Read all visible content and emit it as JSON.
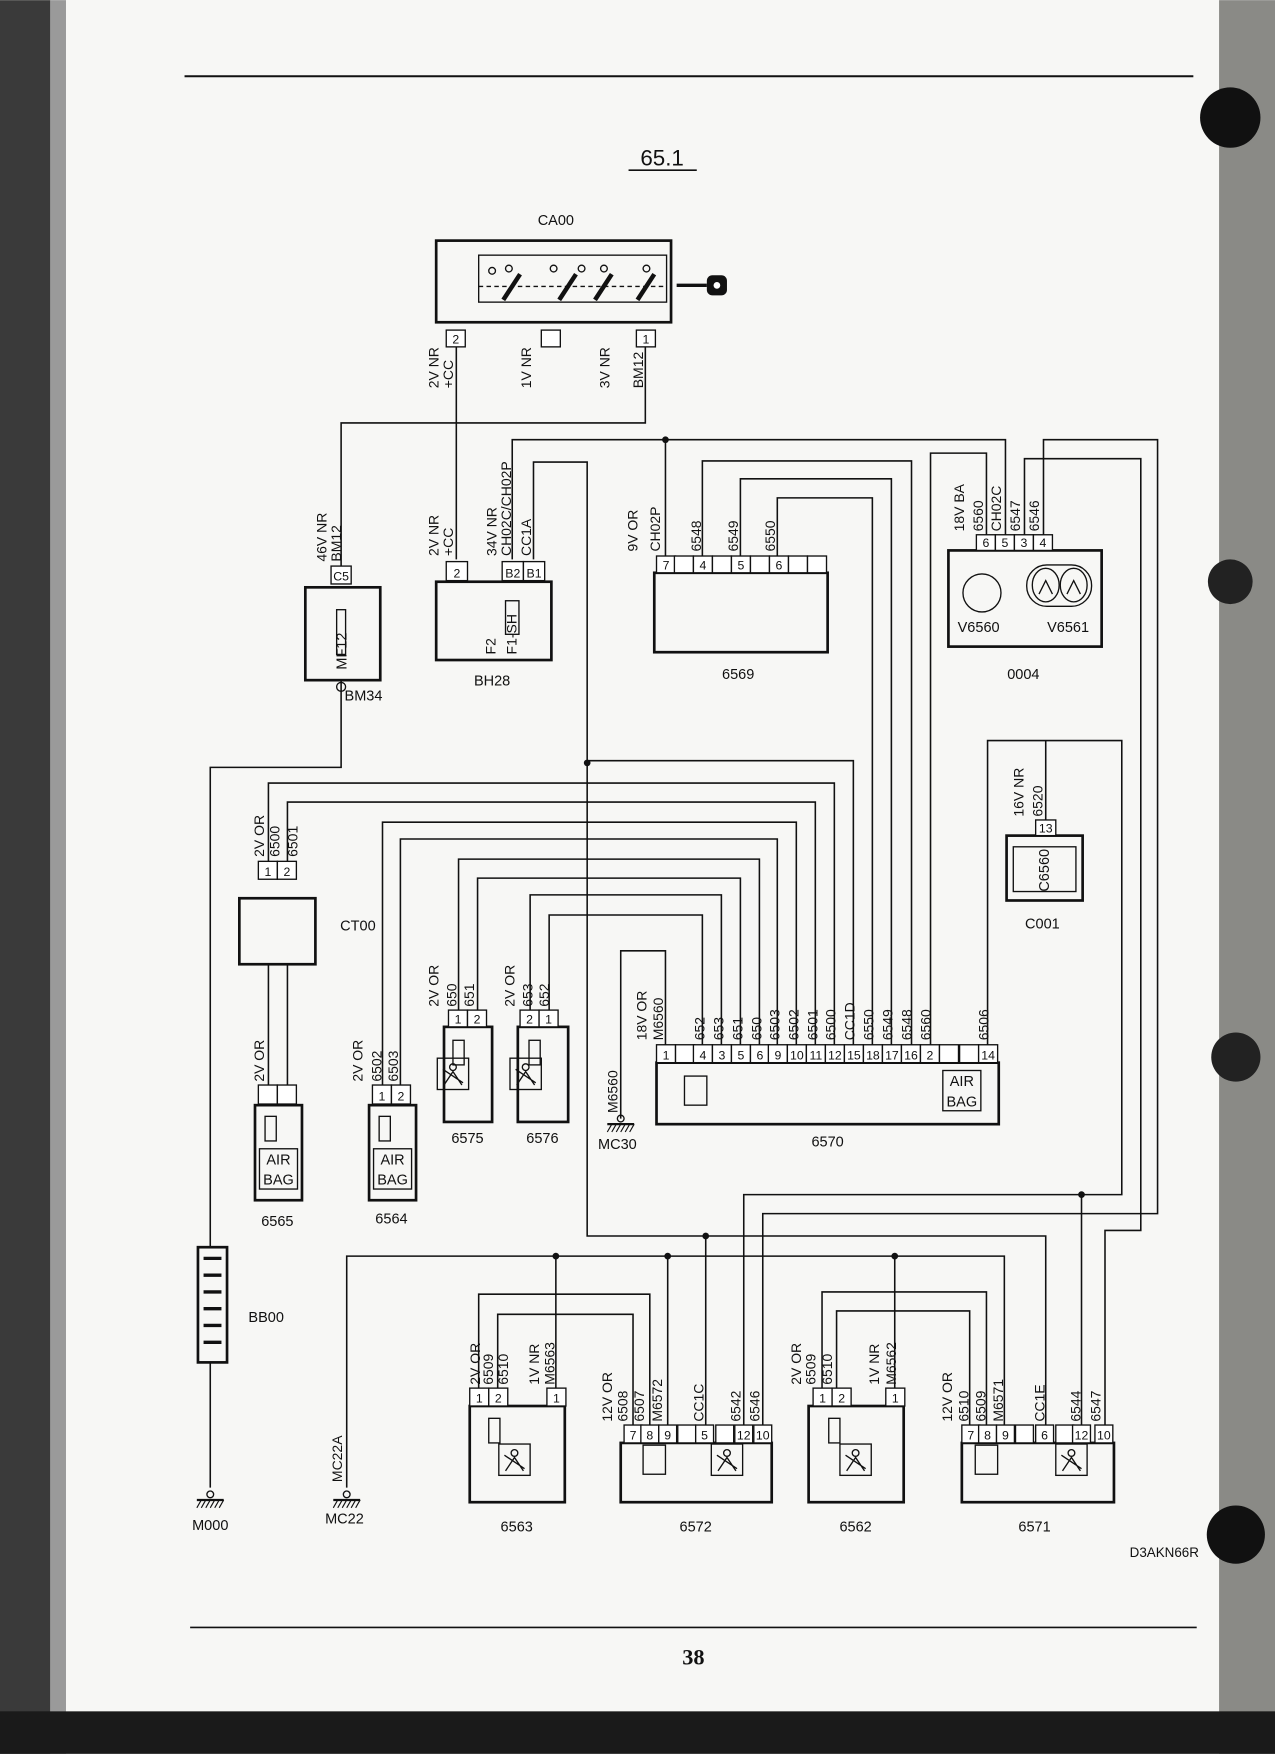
{
  "title": "65.1",
  "page_number": "38",
  "drawing_ref": "D3AKN66R",
  "components": {
    "ca00": "CA00",
    "bh28": "BH28",
    "mf12": "MF12",
    "bm34": "BM34",
    "c6569": "6569",
    "c0004": "0004",
    "v6560": "V6560",
    "v6561": "V6561",
    "c001": "C001",
    "c6560": "C6560",
    "ct00": "CT00",
    "c6565": "6565",
    "c6564": "6564",
    "c6575": "6575",
    "c6576": "6576",
    "c6570": "6570",
    "mc30": "MC30",
    "bb00": "BB00",
    "m000": "M000",
    "mc22": "MC22",
    "c6563": "6563",
    "c6572": "6572",
    "c6562": "6562",
    "c6571": "6571"
  },
  "internal_labels": {
    "f2": "F2",
    "f1sh": "F1-SH",
    "airbag": [
      "AIR",
      "BAG"
    ]
  },
  "wire_labels": {
    "ca00": [
      "2V NR",
      "+CC",
      "1V NR",
      "3V NR",
      "BM12"
    ],
    "mf12": [
      "46V NR",
      "BM12"
    ],
    "bh28": [
      "2V NR",
      "+CC",
      "34V NR",
      "CH02C/CH02P",
      "CC1A"
    ],
    "c6569": [
      "9V OR",
      "CH02P",
      "6548",
      "6549",
      "6550"
    ],
    "c0004": [
      "18V BA",
      "6560",
      "CH02C",
      "6547",
      "6546"
    ],
    "c001": [
      "16V NR",
      "6520"
    ],
    "ct00": [
      "2V OR",
      "6500",
      "6501"
    ],
    "c6565": [
      "2V OR"
    ],
    "c6564": [
      "2V OR",
      "6502",
      "6503"
    ],
    "c6575": [
      "2V OR",
      "650",
      "651"
    ],
    "c6576": [
      "2V OR",
      "653",
      "652"
    ],
    "c6570": [
      "18V OR",
      "M6560",
      "652",
      "653",
      "651",
      "650",
      "6503",
      "6502",
      "6501",
      "6500",
      "CC1D",
      "6550",
      "6549",
      "6548",
      "6560",
      "6506"
    ],
    "mc30": [
      "M6560"
    ],
    "mc22": [
      "MC22A"
    ],
    "c6563": [
      "2V OR",
      "6509",
      "6510",
      "1V NR",
      "M6563"
    ],
    "c6572": [
      "12V OR",
      "6508",
      "6507",
      "M6572",
      "CC1C",
      "6542",
      "6546"
    ],
    "c6562": [
      "2V OR",
      "6509",
      "6510",
      "1V NR",
      "M6562"
    ],
    "c6571": [
      "12V OR",
      "6510",
      "6509",
      "M6571",
      "CC1E",
      "6544",
      "6547"
    ]
  },
  "pins": {
    "ca00": [
      "2",
      "",
      "1"
    ],
    "mf12": [
      "C5"
    ],
    "bh28": [
      "2",
      "B2",
      "B1"
    ],
    "c6569": [
      "7",
      "",
      "4",
      "",
      "5",
      "",
      "6",
      "",
      ""
    ],
    "c0004": [
      "6",
      "5",
      "3",
      "4"
    ],
    "c001": [
      "13"
    ],
    "ct00": [
      "1",
      "2"
    ],
    "c6565": [
      "",
      ""
    ],
    "c6564": [
      "1",
      "2"
    ],
    "c6575": [
      "1",
      "2"
    ],
    "c6576": [
      "2",
      "1"
    ],
    "c6570": [
      "1",
      "",
      "4",
      "3",
      "5",
      "6",
      "9",
      "10",
      "11",
      "12",
      "15",
      "18",
      "17",
      "16",
      "2",
      "",
      "",
      "14"
    ],
    "c6563": [
      "1",
      "2",
      "",
      "",
      "1"
    ],
    "c6572": [
      "7",
      "8",
      "9",
      "",
      "5",
      "",
      "12",
      "10"
    ],
    "c6562": [
      "1",
      "2",
      "",
      "",
      "1"
    ],
    "c6571": [
      "7",
      "8",
      "9",
      "",
      "6",
      "",
      "12",
      "10"
    ]
  }
}
